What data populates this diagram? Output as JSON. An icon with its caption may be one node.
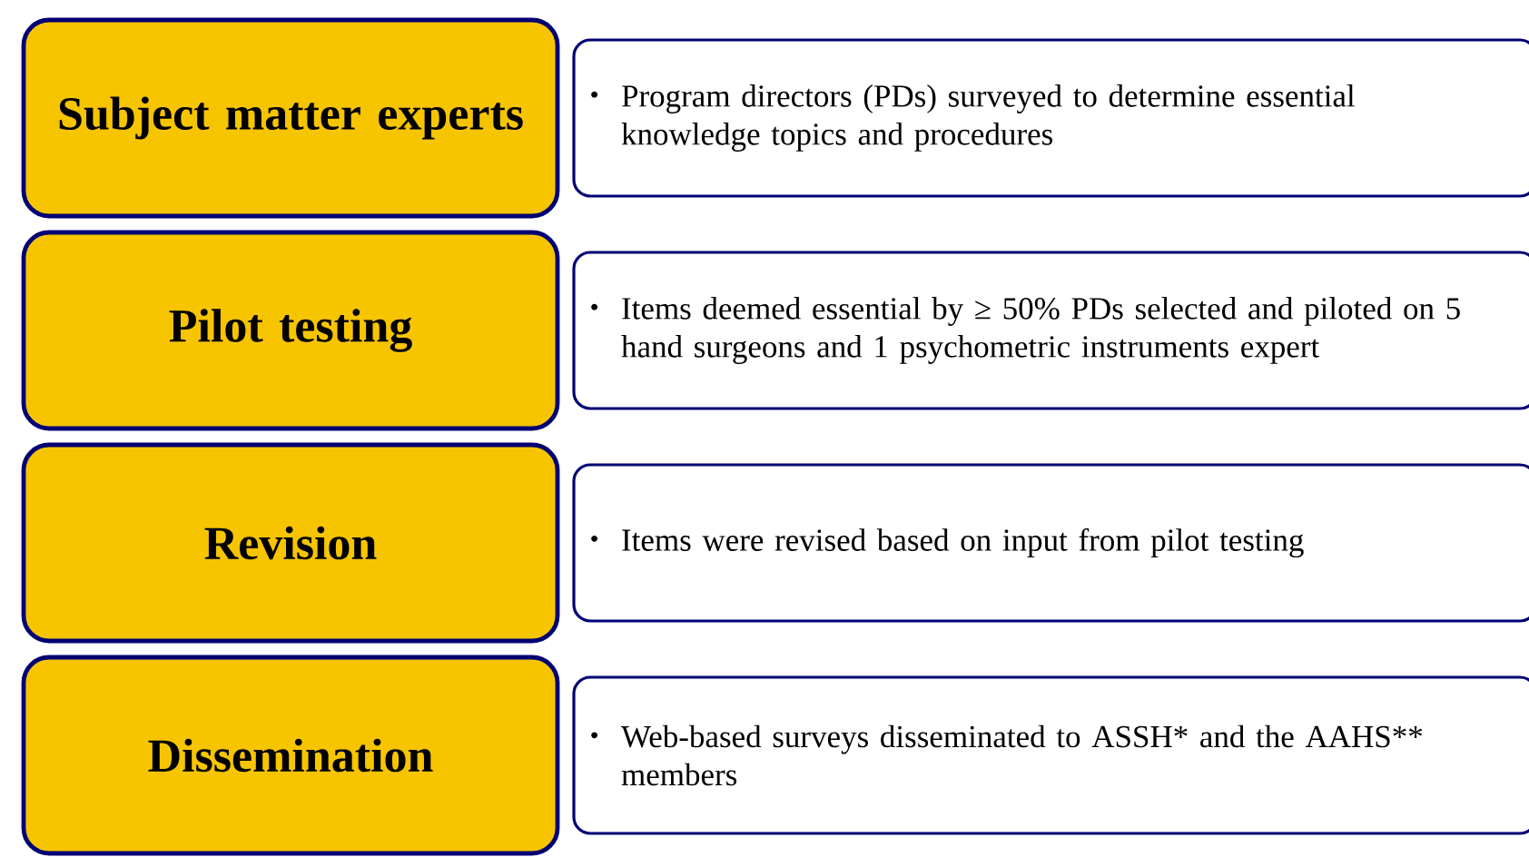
{
  "diagram": {
    "nodes": [
      {
        "text": [
          "Subject matter experts"
        ]
      },
      {
        "text": [
          "Program directors (PDs) surveyed to determine essential knowledge topics and procedures"
        ]
      },
      {
        "text": [
          "Pilot testing"
        ]
      },
      {
        "text": [
          "Items deemed essential by ≥ 50% PDs selected and piloted on 5 hand surgeons and 1 psychometric instruments expert"
        ]
      },
      {
        "text": [
          "Revision"
        ]
      },
      {
        "text": [
          "Items were revised based on input from pilot testing"
        ]
      },
      {
        "text": [
          "Dissemination"
        ]
      },
      {
        "text": [
          "Web-based surveys disseminated to ASSH* and the AAHS** members"
        ]
      }
    ]
  }
}
